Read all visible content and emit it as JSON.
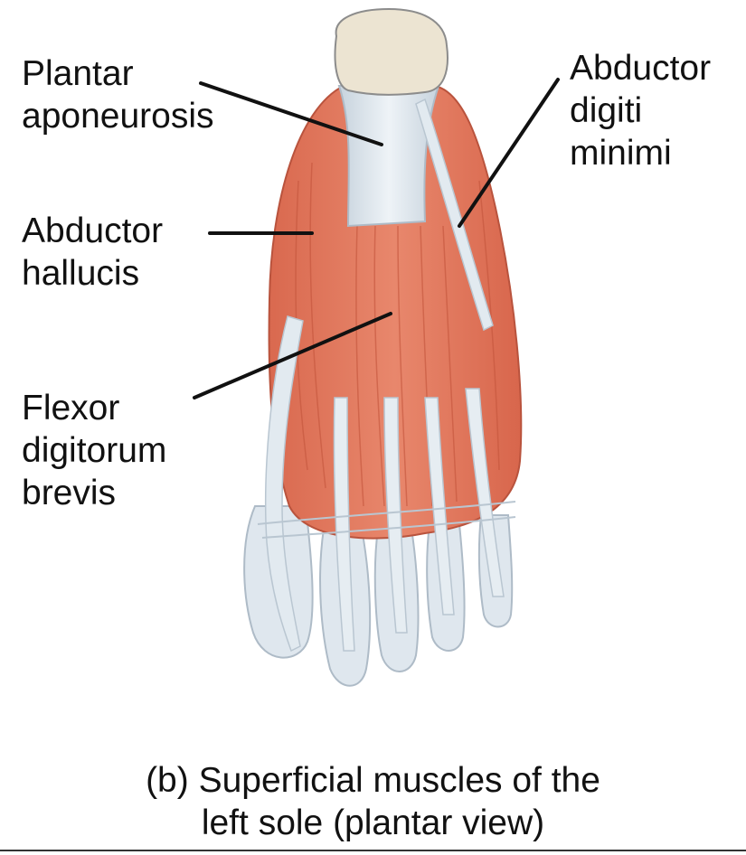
{
  "labels": {
    "plantar_aponeurosis": [
      "Plantar",
      "aponeurosis"
    ],
    "abductor_digiti_minimi": [
      "Abductor",
      "digiti",
      "minimi"
    ],
    "abductor_hallucis": [
      "Abductor",
      "hallucis"
    ],
    "flexor_digitorum_brevis": [
      "Flexor",
      "digitorum",
      "brevis"
    ]
  },
  "caption": [
    "(b) Superficial muscles of the",
    "left sole (plantar view)"
  ],
  "colors": {
    "muscle": "#e07a5f",
    "muscle_dark": "#c9573f",
    "tendon": "#dfe7ee",
    "tendon_edge": "#b9c6d1",
    "bone": "#ece4d2",
    "leader_line": "#111111"
  }
}
